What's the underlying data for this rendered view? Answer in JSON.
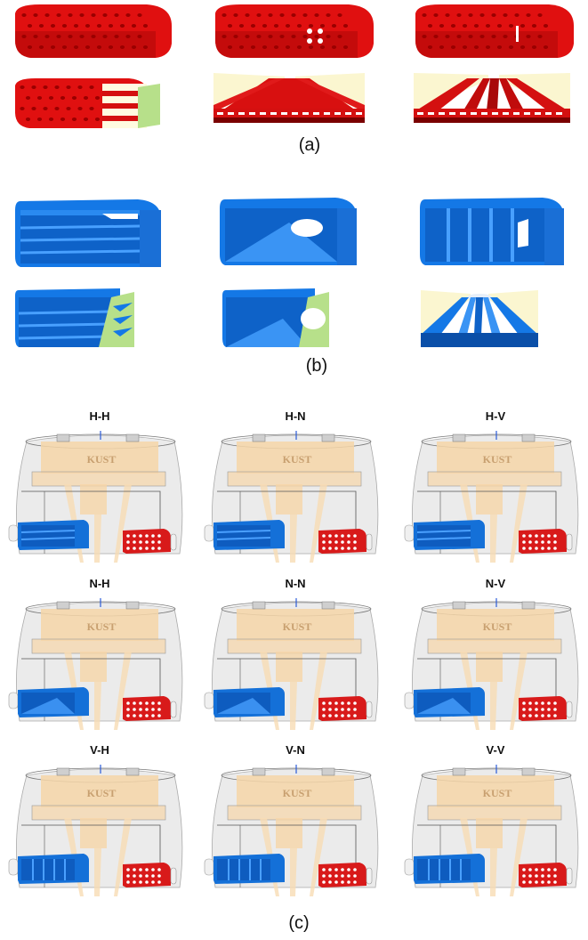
{
  "figure": {
    "panels": {
      "a": {
        "label": "(a)",
        "colors": {
          "body": "#e01010",
          "dark": "#9a0000",
          "cream": "#fbf6d0",
          "cutface": "#b7e08a"
        }
      },
      "b": {
        "label": "(b)",
        "colors": {
          "body": "#1478e6",
          "dark": "#0a4fa8",
          "cream": "#fbf6d0",
          "cutface": "#b7e08a"
        }
      },
      "c": {
        "label": "(c)",
        "logo": "KUST",
        "configurations": [
          "H-H",
          "H-N",
          "H-V",
          "N-H",
          "N-N",
          "N-V",
          "V-H",
          "V-N",
          "V-V"
        ],
        "colors": {
          "shell": "#e4e4e4",
          "core": "#f6d6a8",
          "blue": "#1470d8",
          "red": "#d81a1a"
        }
      }
    }
  }
}
